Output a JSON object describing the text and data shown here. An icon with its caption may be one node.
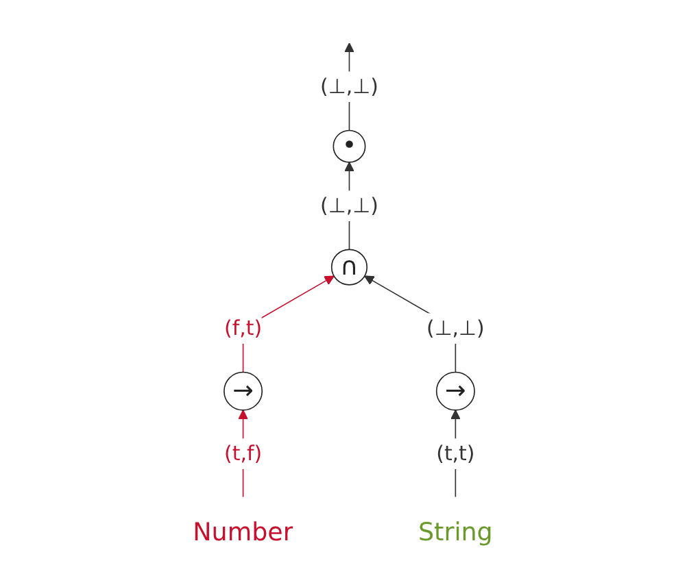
{
  "diagram": {
    "nodes": [
      {
        "text": [
          "•"
        ]
      },
      {
        "text": [
          "∩"
        ]
      },
      {
        "text": [
          "→"
        ]
      },
      {
        "text": [
          "→"
        ]
      },
      {
        "text": [
          "Number"
        ]
      },
      {
        "text": [
          "String"
        ]
      }
    ],
    "edges": [
      {
        "from": 0,
        "to": null,
        "arrow": "to",
        "label": "(⊥,⊥)"
      },
      {
        "from": 1,
        "to": 0,
        "arrow": "to",
        "label": "(⊥,⊥)"
      },
      {
        "from": 2,
        "to": 1,
        "arrow": "to",
        "label": "(f,t)",
        "color": "#c8102e"
      },
      {
        "from": 3,
        "to": 1,
        "arrow": "to",
        "label": "(⊥,⊥)"
      },
      {
        "from": 4,
        "to": 2,
        "arrow": "to",
        "label": "(t,f)",
        "color": "#c8102e"
      },
      {
        "from": 5,
        "to": 3,
        "arrow": "to",
        "label": "(t,t)"
      }
    ]
  }
}
